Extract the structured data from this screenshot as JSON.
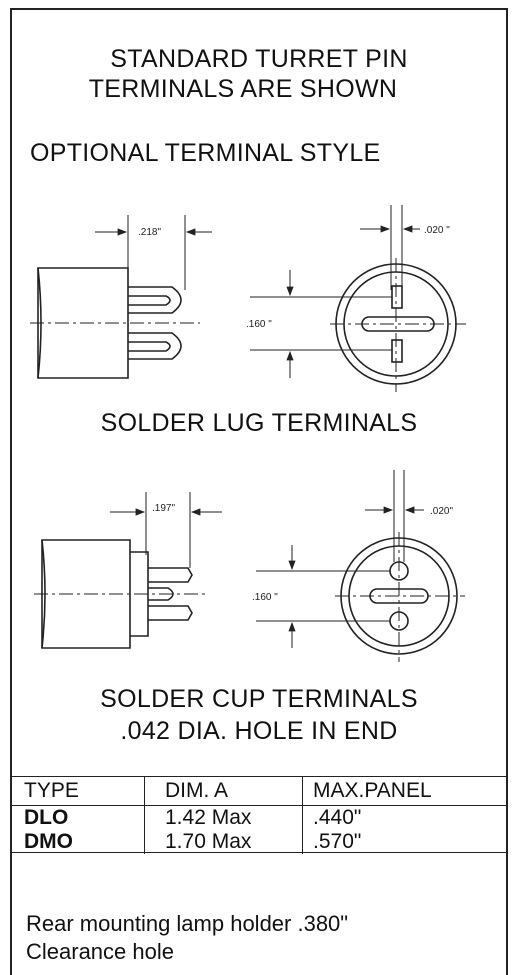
{
  "headings": {
    "line1": "STANDARD TURRET PIN",
    "line2": "TERMINALS ARE SHOWN",
    "optional": "OPTIONAL TERMINAL STYLE",
    "solder_lug": "SOLDER LUG TERMINALS",
    "solder_cup_1": "SOLDER CUP TERMINALS",
    "solder_cup_2": ".042 DIA. HOLE IN END"
  },
  "diagram1": {
    "dim_width": ".218\"",
    "dim_spacing": ".160 \"",
    "dim_pin": ".020 \""
  },
  "diagram2": {
    "dim_width": ".197\"",
    "dim_spacing": ".160 \"",
    "dim_pin": ".020\""
  },
  "table": {
    "headers": [
      "TYPE",
      "DIM. A",
      "MAX.PANEL"
    ],
    "rows": [
      [
        "DLO",
        "1.42 Max",
        ".440\""
      ],
      [
        "DMO",
        "1.70 Max",
        ".570\""
      ]
    ]
  },
  "note": {
    "line1": "Rear mounting lamp holder .380\"",
    "line2": "Clearance hole"
  }
}
